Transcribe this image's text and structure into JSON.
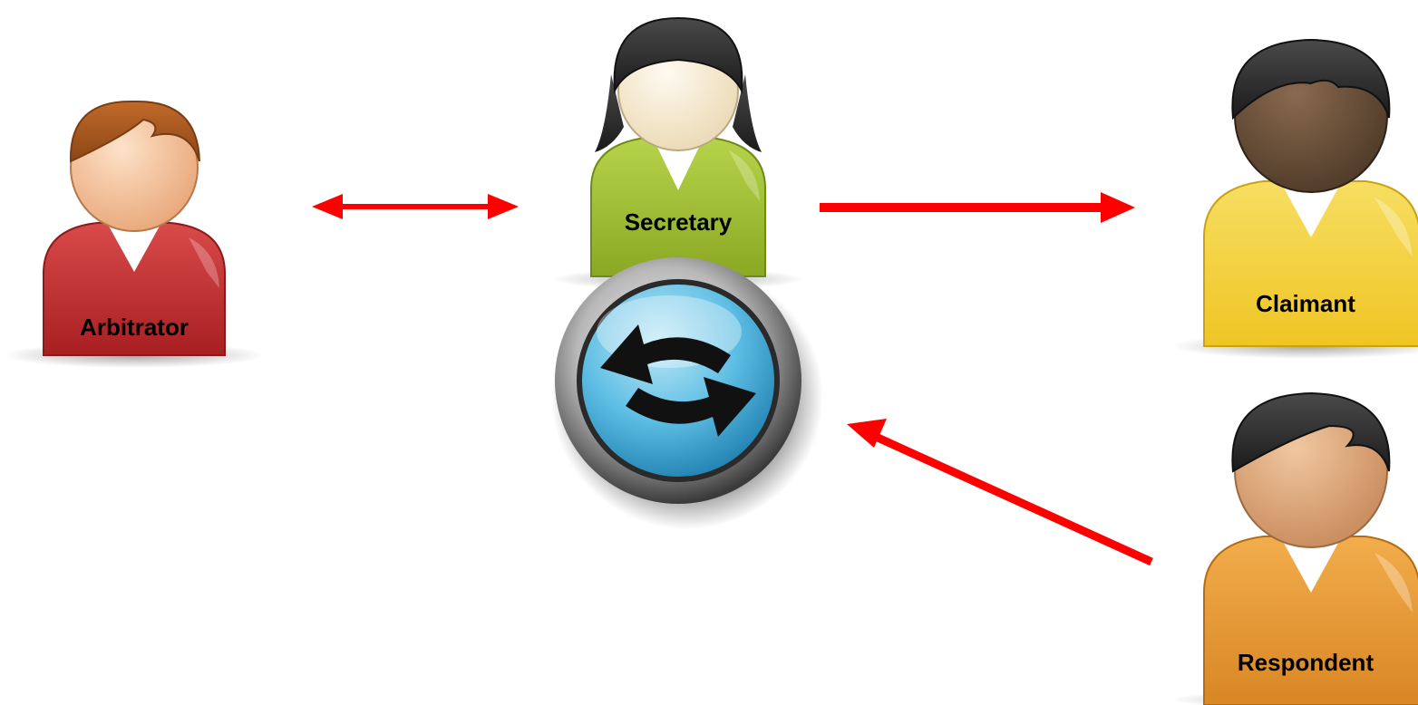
{
  "diagram": {
    "colors": {
      "arrow": "#ff0000",
      "arbitrator_shirt": "#c0292c",
      "secretary_shirt": "#9fc130",
      "claimant_shirt": "#f3d02e",
      "respondent_shirt": "#e7952a",
      "sync_button": "#4fb3dc"
    },
    "roles": {
      "arbitrator": {
        "label": "Arbitrator",
        "icon": "person-icon"
      },
      "secretary": {
        "label": "Secretary",
        "icon": "person-female-icon"
      },
      "claimant": {
        "label": "Claimant",
        "icon": "person-icon"
      },
      "respondent": {
        "label": "Respondent",
        "icon": "person-icon"
      }
    },
    "hub": {
      "icon": "sync-icon"
    },
    "connections": [
      {
        "from": "arbitrator",
        "to": "secretary",
        "direction": "both"
      },
      {
        "from": "secretary",
        "to": "claimant",
        "direction": "forward"
      },
      {
        "from": "respondent",
        "to": "hub",
        "direction": "forward"
      }
    ]
  }
}
